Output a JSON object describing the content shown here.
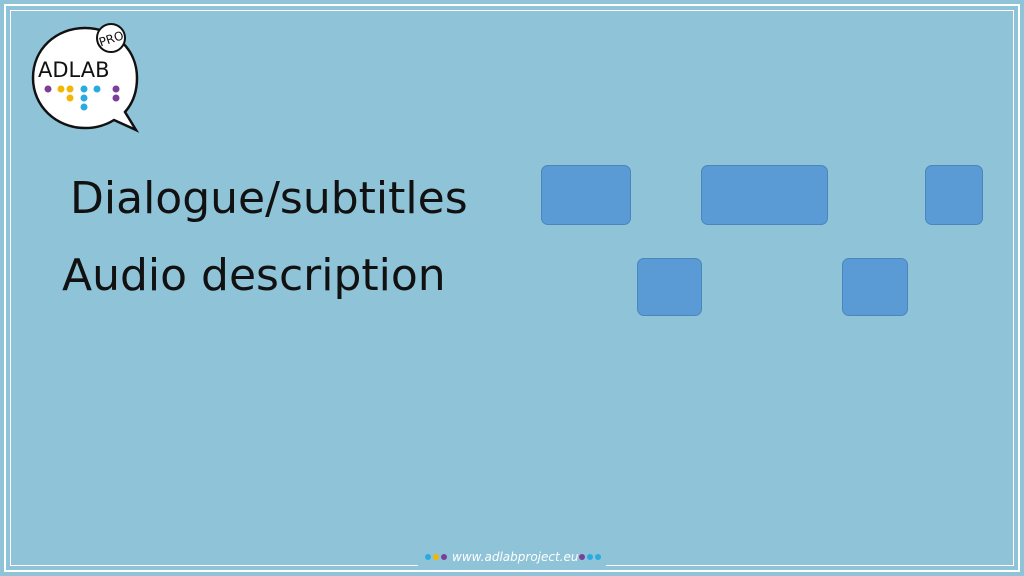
{
  "logo": {
    "brand_text": "ADLAB",
    "badge_text": "PRO",
    "dot_colors": [
      "#7b3f98",
      "#f2b705",
      "#29abe2",
      "#7b3f98"
    ]
  },
  "tracks": {
    "dialogue_label": "Dialogue/subtitles",
    "audio_description_label": "Audio description",
    "block_color": "#5b9bd5"
  },
  "footer": {
    "url": "www.adlabproject.eu"
  },
  "colors": {
    "background": "#8fc3d8",
    "frame": "#ffffff"
  }
}
